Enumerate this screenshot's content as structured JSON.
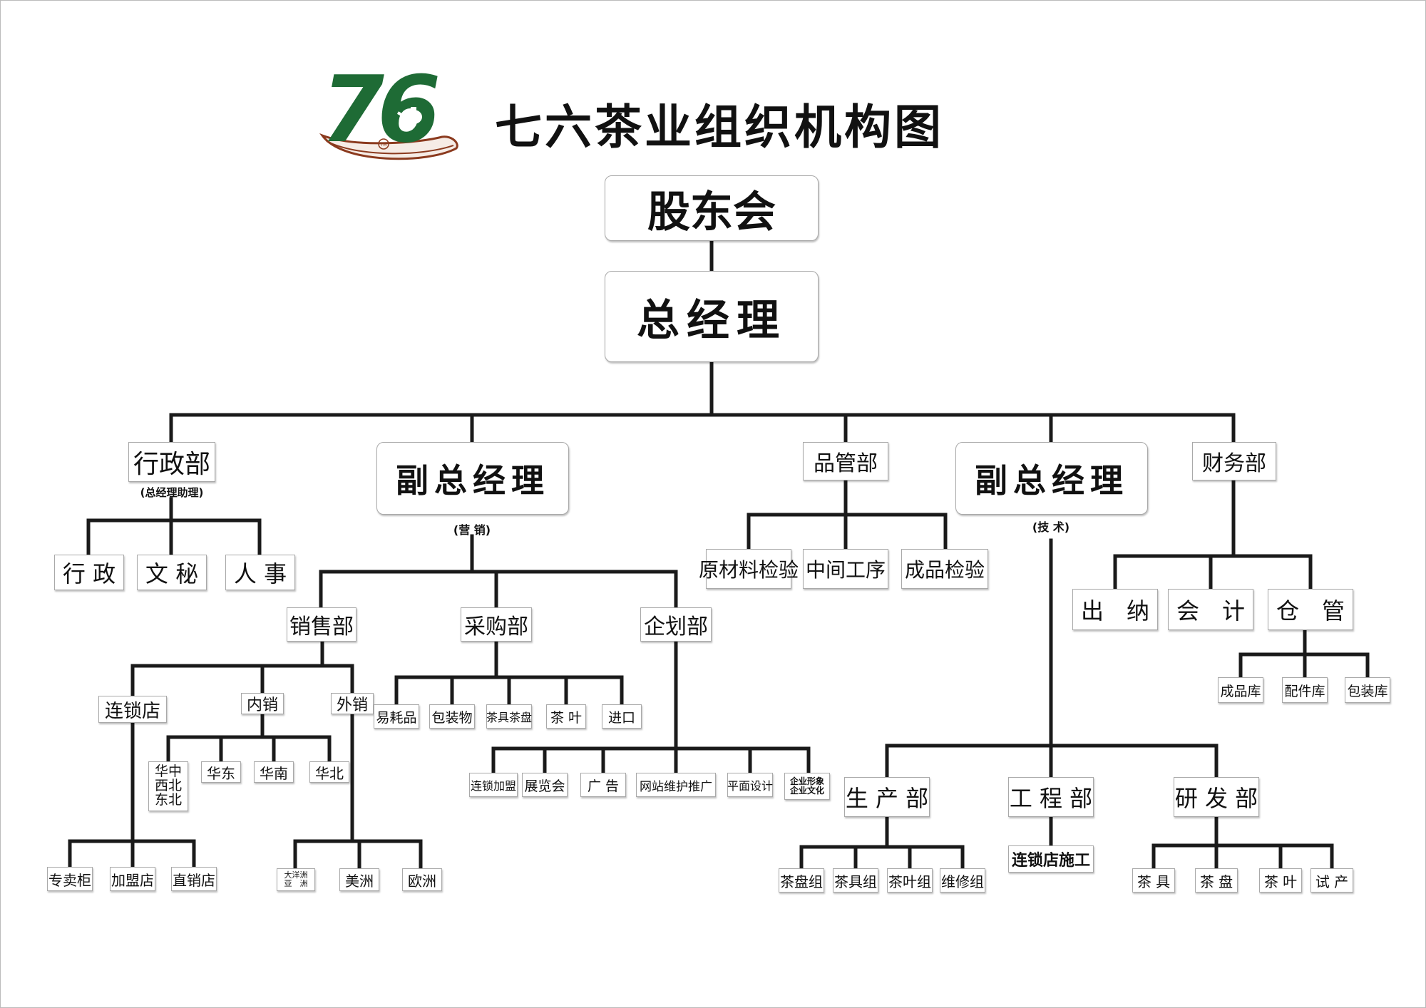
{
  "title": "七六茶业组织机构图",
  "logo": {
    "text": "76",
    "mark": "TM",
    "green": "#1e6b35",
    "brown": "#8b3a1e"
  },
  "nodes": {
    "gudonghui": "股东会",
    "zongjingli": "总经理",
    "xingzhengbu": "行政部",
    "xingzhengbu_note": "(总经理助理)",
    "xingzheng": "行 政",
    "wenmi": "文 秘",
    "renshi": "人 事",
    "vp_marketing": "副总经理",
    "vp_marketing_note": "(营 销)",
    "xiaoshoubu": "销售部",
    "caigoubu": "采购部",
    "qihuabu": "企划部",
    "liansuodian": "连锁店",
    "neixiao": "内销",
    "waixiao": "外销",
    "zhuanmaigui": "专卖柜",
    "jiamengdian": "加盟店",
    "zhixiaodian": "直销店",
    "huazhong_lines": [
      "华中",
      "西北",
      "东北"
    ],
    "huadong": "华东",
    "huanan": "华南",
    "huabei": "华北",
    "dayangzhou_lines": [
      "大洋洲",
      "亚　洲"
    ],
    "meizhou": "美洲",
    "ouzhou": "欧洲",
    "yihaopin": "易耗品",
    "baozhuangwu": "包装物",
    "chajuchapan": "茶具茶盘",
    "chaye_cg": "茶 叶",
    "jinkou": "进口",
    "liansuojiameng": "连锁加盟",
    "zhanlanhui": "展览会",
    "guanggao": "广 告",
    "wangzhan": "网站维护推广",
    "pingmian": "平面设计",
    "qiye_lines": [
      "企业形象",
      "企业文化"
    ],
    "pinguanbu": "品管部",
    "yuancailiao": "原材料检验",
    "zhongjian": "中间工序",
    "chengpin_jy": "成品检验",
    "vp_tech": "副总经理",
    "vp_tech_note": "(技 术)",
    "shengchanbu": "生 产 部",
    "gongchengbu": "工 程 部",
    "yanfabu": "研 发 部",
    "chapanzu": "茶盘组",
    "chajuzu": "茶具组",
    "chayezu": "茶叶组",
    "weixiuzu": "维修组",
    "liansuoshigong": "连锁店施工",
    "chaju_yf": "茶 具",
    "chapan_yf": "茶 盘",
    "chaye_yf": "茶 叶",
    "shichan": "试 产",
    "caiwubu": "财务部",
    "chuna": "出　纳",
    "kuaiji": "会　计",
    "cangguan": "仓　管",
    "chengpinku": "成品库",
    "peijianku": "配件库",
    "baozhuangku": "包装库"
  }
}
